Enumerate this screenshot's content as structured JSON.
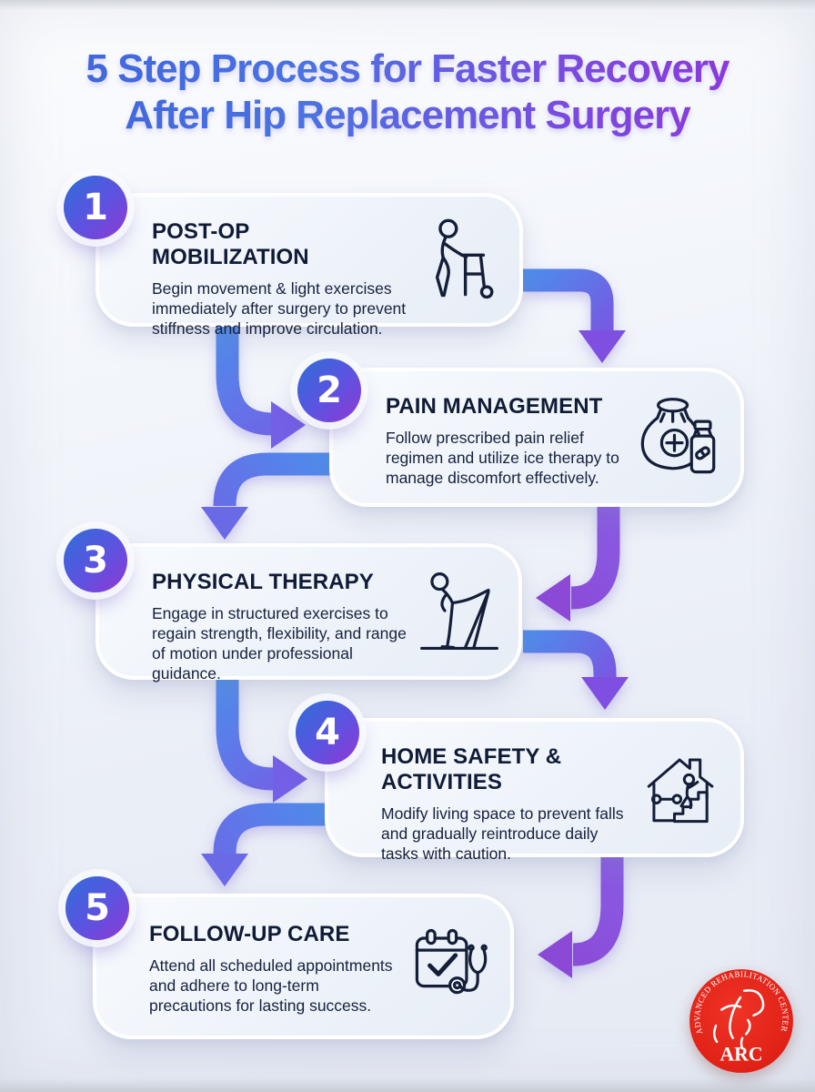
{
  "title": {
    "line1": "5 Step Process for Faster Recovery",
    "line2": "After Hip Replacement Surgery"
  },
  "steps": [
    {
      "number": "1",
      "heading": "POST-OP MOBILIZATION",
      "body": "Begin movement & light exercises immediately after surgery to prevent stiffness and improve circulation.",
      "icon": "walker-person-icon"
    },
    {
      "number": "2",
      "heading": "PAIN MANAGEMENT",
      "body": "Follow prescribed pain relief regimen and utilize ice therapy to manage discomfort effectively.",
      "icon": "ice-pack-medication-icon"
    },
    {
      "number": "3",
      "heading": "PHYSICAL THERAPY",
      "body": "Engage in structured exercises to regain strength, flexibility, and range of motion under professional guidance.",
      "icon": "exercise-band-icon"
    },
    {
      "number": "4",
      "heading": "HOME SAFETY & ACTIVITIES",
      "body": "Modify living space to prevent falls and gradually reintroduce daily tasks with caution.",
      "icon": "home-stairs-icon"
    },
    {
      "number": "5",
      "heading": "FOLLOW-UP CARE",
      "body": "Attend all scheduled appointments and adhere to long-term precautions for lasting success.",
      "icon": "calendar-stethoscope-icon"
    }
  ],
  "logo": {
    "org_name": "ADVANCED REHABILITATION CENTER",
    "abbreviation": "ARC"
  },
  "colors": {
    "title_gradient_start": "#3c63da",
    "title_gradient_end": "#9231d6",
    "arrow_blue": "#4e8ceb",
    "arrow_purple": "#8b4ad6",
    "badge_gradient_start": "#2e6ed9",
    "badge_gradient_end": "#9138d2",
    "card_background": "#eef3fa",
    "text_dark": "#131e38",
    "logo_red": "#e3241b",
    "background": "#eef1f7"
  }
}
